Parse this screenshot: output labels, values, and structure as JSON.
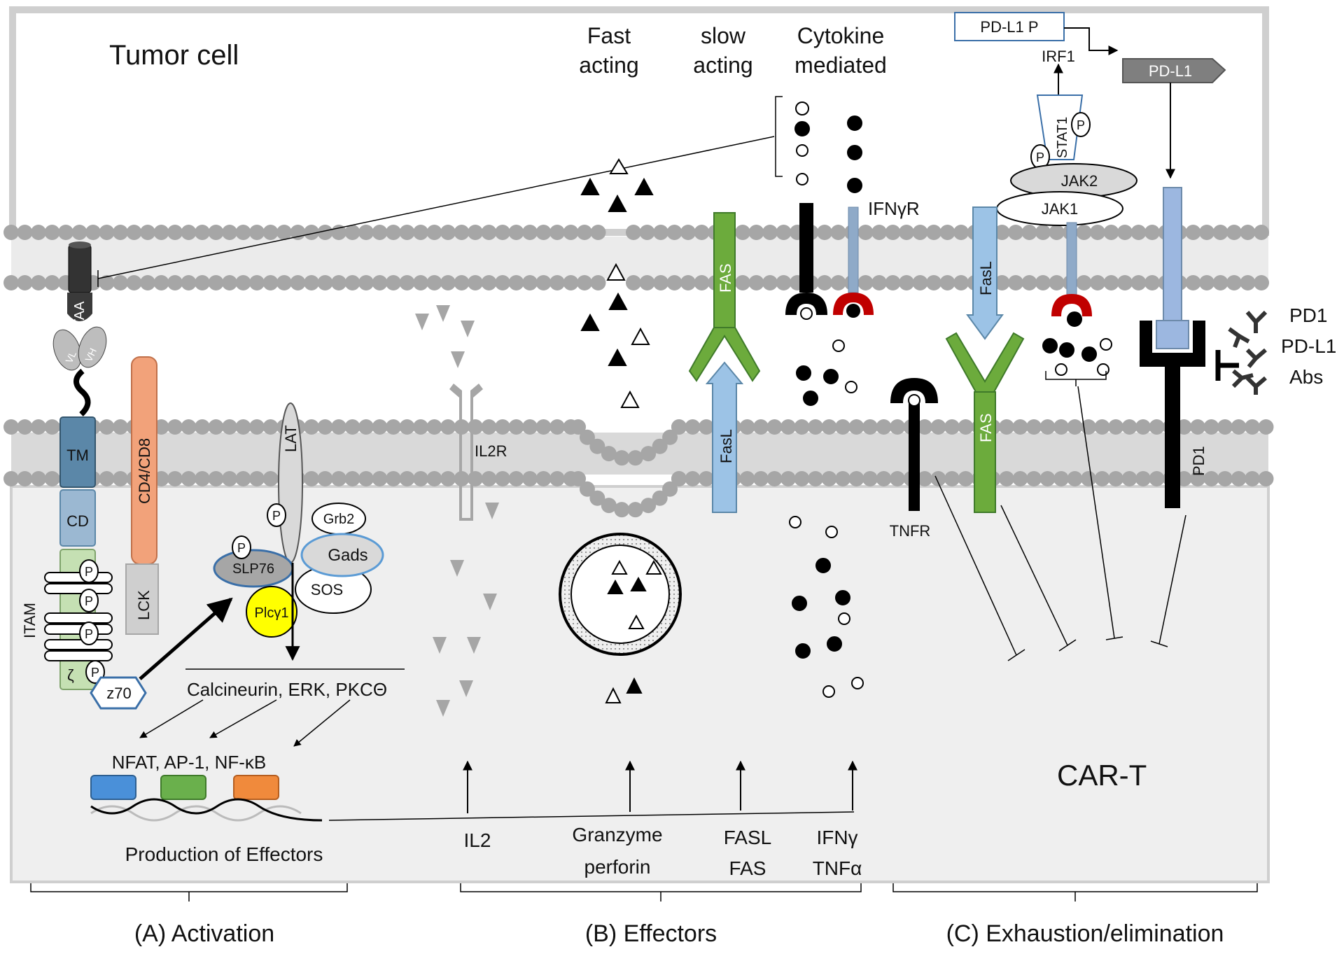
{
  "regions": {
    "tumor": "Tumor cell",
    "cart": "CAR-T"
  },
  "columns": {
    "fast": [
      "Fast",
      "acting"
    ],
    "slow": [
      "slow",
      "acting"
    ],
    "cytokine": [
      "Cytokine",
      "mediated"
    ]
  },
  "pdl1_box": {
    "promoter": "PD-L1 P",
    "gene": "PD-L1",
    "irf1": "IRF1",
    "stat1": "STAT1",
    "jak2": "JAK2",
    "jak1": "JAK1"
  },
  "receptors": {
    "ifngr": "IFNγR",
    "fas_top": "FAS",
    "fasl_top": "FasL",
    "fasl_bottom": "FasL",
    "fas_bottom": "FAS",
    "tnfr": "TNFR",
    "pd1": "PD1",
    "il2r": "IL2R"
  },
  "legend_right": {
    "pd1": "PD1",
    "pdl1": "PD-L1",
    "abs": "Abs"
  },
  "car": {
    "taa": "TAA",
    "vl": "VL",
    "vh": "VH",
    "tm": "TM",
    "cd": "CD",
    "itam": "ITAM",
    "zeta": "ζ",
    "z70": "z70",
    "cd4cd8": "CD4/CD8",
    "lck": "LCK",
    "p": "P"
  },
  "signaling": {
    "lat": "LAT",
    "grb2": "Grb2",
    "gads": "Gads",
    "slp76": "SLP76",
    "sos": "SOS",
    "plcg1": "Plcγ1",
    "kinases": "Calcineurin, ERK, PKCΘ",
    "tfs": "NFAT, AP-1, NF-κB",
    "production": "Production of Effectors"
  },
  "effectors": {
    "il2": "IL2",
    "granzyme": [
      "Granzyme",
      "perforin"
    ],
    "fasl": [
      "FASL",
      "FAS"
    ],
    "ifn": [
      "IFNγ",
      "TNFα"
    ]
  },
  "sections": {
    "a": "(A) Activation",
    "b": "(B) Effectors",
    "c": "(C) Exhaustion/elimination"
  },
  "colors": {
    "nfat": "#4a90d9",
    "ap1": "#6ab04c",
    "nfkb": "#f08a3c",
    "green": "#6cab3c",
    "lightblue": "#9cc3e6",
    "orange": "#f2a27a",
    "red": "#c00000",
    "yellow": "#ffff00"
  }
}
